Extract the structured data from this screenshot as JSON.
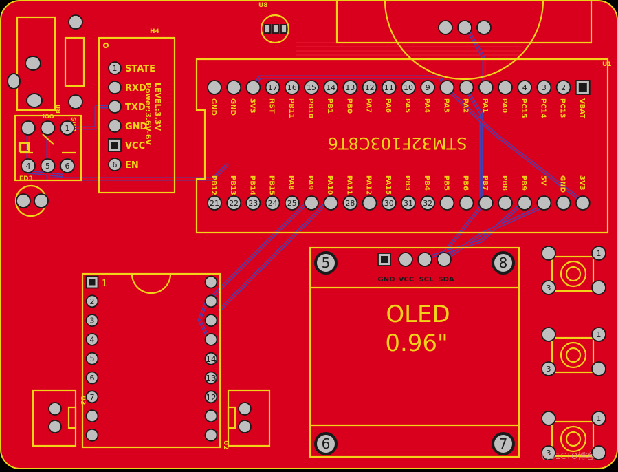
{
  "colors": {
    "board": "#d8001c",
    "board_edge": "#e8d317",
    "silkscreen": "#f3d21a",
    "trace_blue": "#4a3fae",
    "trace_red": "#e8001e",
    "pad_fill": "#bfbfbf",
    "pad_ring": "#1a1a1a"
  },
  "labels": {
    "u8": "U8",
    "h4": "H4",
    "u1": "U1",
    "r8": "R8",
    "sw1": "SW1",
    "ed3": "ED3",
    "u3": "U3",
    "u2": "U2",
    "ioo": "IOO",
    "watermark": "@51CTO博客"
  },
  "bt_module": {
    "pins": [
      {
        "num": "1",
        "name": "STATE"
      },
      {
        "num": "",
        "name": "RXD"
      },
      {
        "num": "",
        "name": "TXD"
      },
      {
        "num": "",
        "name": "GND"
      },
      {
        "num": "",
        "name": "VCC"
      },
      {
        "num": "6",
        "name": "EN"
      }
    ],
    "level_text": "LEVEL:3.3V",
    "power_text": "Power:3.6V-6V"
  },
  "stm32": {
    "title": "STM32F103C8T6",
    "top_pins": [
      {
        "num": "",
        "name": "GND"
      },
      {
        "num": "",
        "name": "GND"
      },
      {
        "num": "",
        "name": "3V3"
      },
      {
        "num": "17",
        "name": "RST"
      },
      {
        "num": "16",
        "name": "PB11"
      },
      {
        "num": "15",
        "name": "PB10"
      },
      {
        "num": "14",
        "name": "PB1"
      },
      {
        "num": "13",
        "name": "PB0"
      },
      {
        "num": "12",
        "name": "PA7"
      },
      {
        "num": "11",
        "name": "PA6"
      },
      {
        "num": "10",
        "name": "PA5"
      },
      {
        "num": "9",
        "name": "PA4"
      },
      {
        "num": "",
        "name": "PA3"
      },
      {
        "num": "",
        "name": "PA2"
      },
      {
        "num": "",
        "name": "PA1"
      },
      {
        "num": "",
        "name": "PA0"
      },
      {
        "num": "4",
        "name": "PC15"
      },
      {
        "num": "3",
        "name": "PC14"
      },
      {
        "num": "2",
        "name": "PC13"
      },
      {
        "num": "1",
        "name": "VBAT"
      }
    ],
    "bottom_pins": [
      {
        "num": "21",
        "name": "PB12"
      },
      {
        "num": "22",
        "name": "PB13"
      },
      {
        "num": "23",
        "name": "PB14"
      },
      {
        "num": "24",
        "name": "PB15"
      },
      {
        "num": "25",
        "name": "PA8"
      },
      {
        "num": "",
        "name": "PA9"
      },
      {
        "num": "",
        "name": "PA10"
      },
      {
        "num": "28",
        "name": "PA11"
      },
      {
        "num": "",
        "name": "PA12"
      },
      {
        "num": "30",
        "name": "PA15"
      },
      {
        "num": "31",
        "name": "PB3"
      },
      {
        "num": "32",
        "name": "PB4"
      },
      {
        "num": "",
        "name": "PB5"
      },
      {
        "num": "",
        "name": "PB6"
      },
      {
        "num": "",
        "name": "PB7"
      },
      {
        "num": "",
        "name": "PB8"
      },
      {
        "num": "",
        "name": "PB9"
      },
      {
        "num": "",
        "name": "5V"
      },
      {
        "num": "",
        "name": "GND"
      },
      {
        "num": "",
        "name": "3V3"
      }
    ]
  },
  "oled": {
    "title_line1": "OLED",
    "title_line2": "0.96\"",
    "pin_labels": [
      "GND",
      "VCC",
      "SCL",
      "SDA"
    ],
    "mount_holes": [
      "5",
      "8",
      "6",
      "7"
    ]
  },
  "switch_sw1": {
    "pins": [
      "",
      "",
      "1",
      "4",
      "5",
      "6"
    ]
  },
  "u3": {
    "pin1_label": "1",
    "left_nums": [
      "1",
      "2",
      "3",
      "4",
      "5",
      "6",
      "7",
      "",
      ""
    ],
    "right_nums": [
      "",
      "",
      "",
      "",
      "14",
      "13",
      "12",
      "",
      ""
    ]
  },
  "buttons": [
    {
      "p1": "1",
      "p3": "3"
    },
    {
      "p1": "1",
      "p3": "3"
    },
    {
      "p1": "1",
      "p3": "3"
    }
  ]
}
